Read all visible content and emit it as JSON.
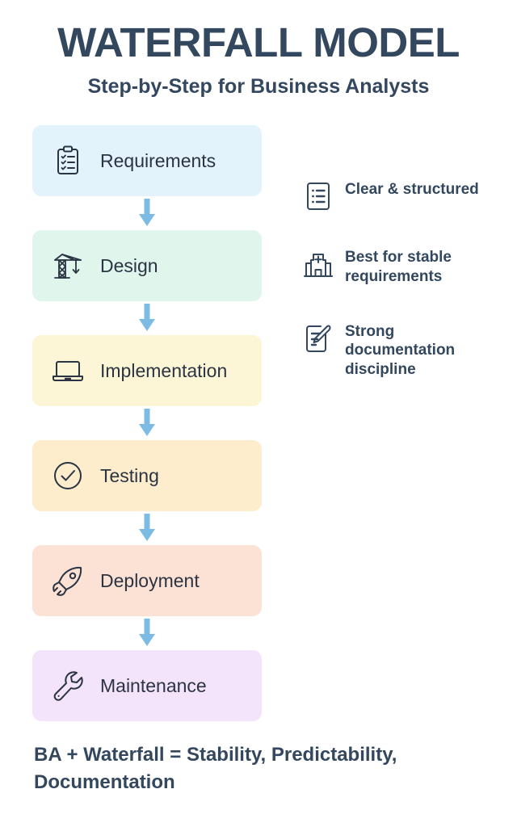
{
  "header": {
    "title": "WATERFALL MODEL",
    "subtitle": "Step-by-Step for Business Analysts",
    "title_color": "#33475e"
  },
  "steps": [
    {
      "label": "Requirements",
      "icon": "clipboard-checklist-icon",
      "bg": "#e2f3fb"
    },
    {
      "label": "Design",
      "icon": "crane-icon",
      "bg": "#e0f5ec"
    },
    {
      "label": "Implementation",
      "icon": "laptop-icon",
      "bg": "#fcf6d7"
    },
    {
      "label": "Testing",
      "icon": "check-circle-icon",
      "bg": "#fdedcd"
    },
    {
      "label": "Deployment",
      "icon": "rocket-icon",
      "bg": "#fce1d5"
    },
    {
      "label": "Maintenance",
      "icon": "wrench-icon",
      "bg": "#f4e4fb"
    }
  ],
  "arrow": {
    "color": "#7cbbe3",
    "icon": "arrow-down-icon"
  },
  "benefits": [
    {
      "text": "Clear & structured",
      "icon": "document-list-icon"
    },
    {
      "text": "Best for stable requirements",
      "icon": "hospital-building-icon"
    },
    {
      "text": "Strong documentation discipline",
      "icon": "document-edit-icon"
    }
  ],
  "footer": {
    "text": "BA + Waterfall = Stability, Predictability, Documentation"
  },
  "colors": {
    "ink": "#2b3443",
    "heading": "#33475e",
    "arrow": "#7cbbe3",
    "background": "#ffffff"
  }
}
